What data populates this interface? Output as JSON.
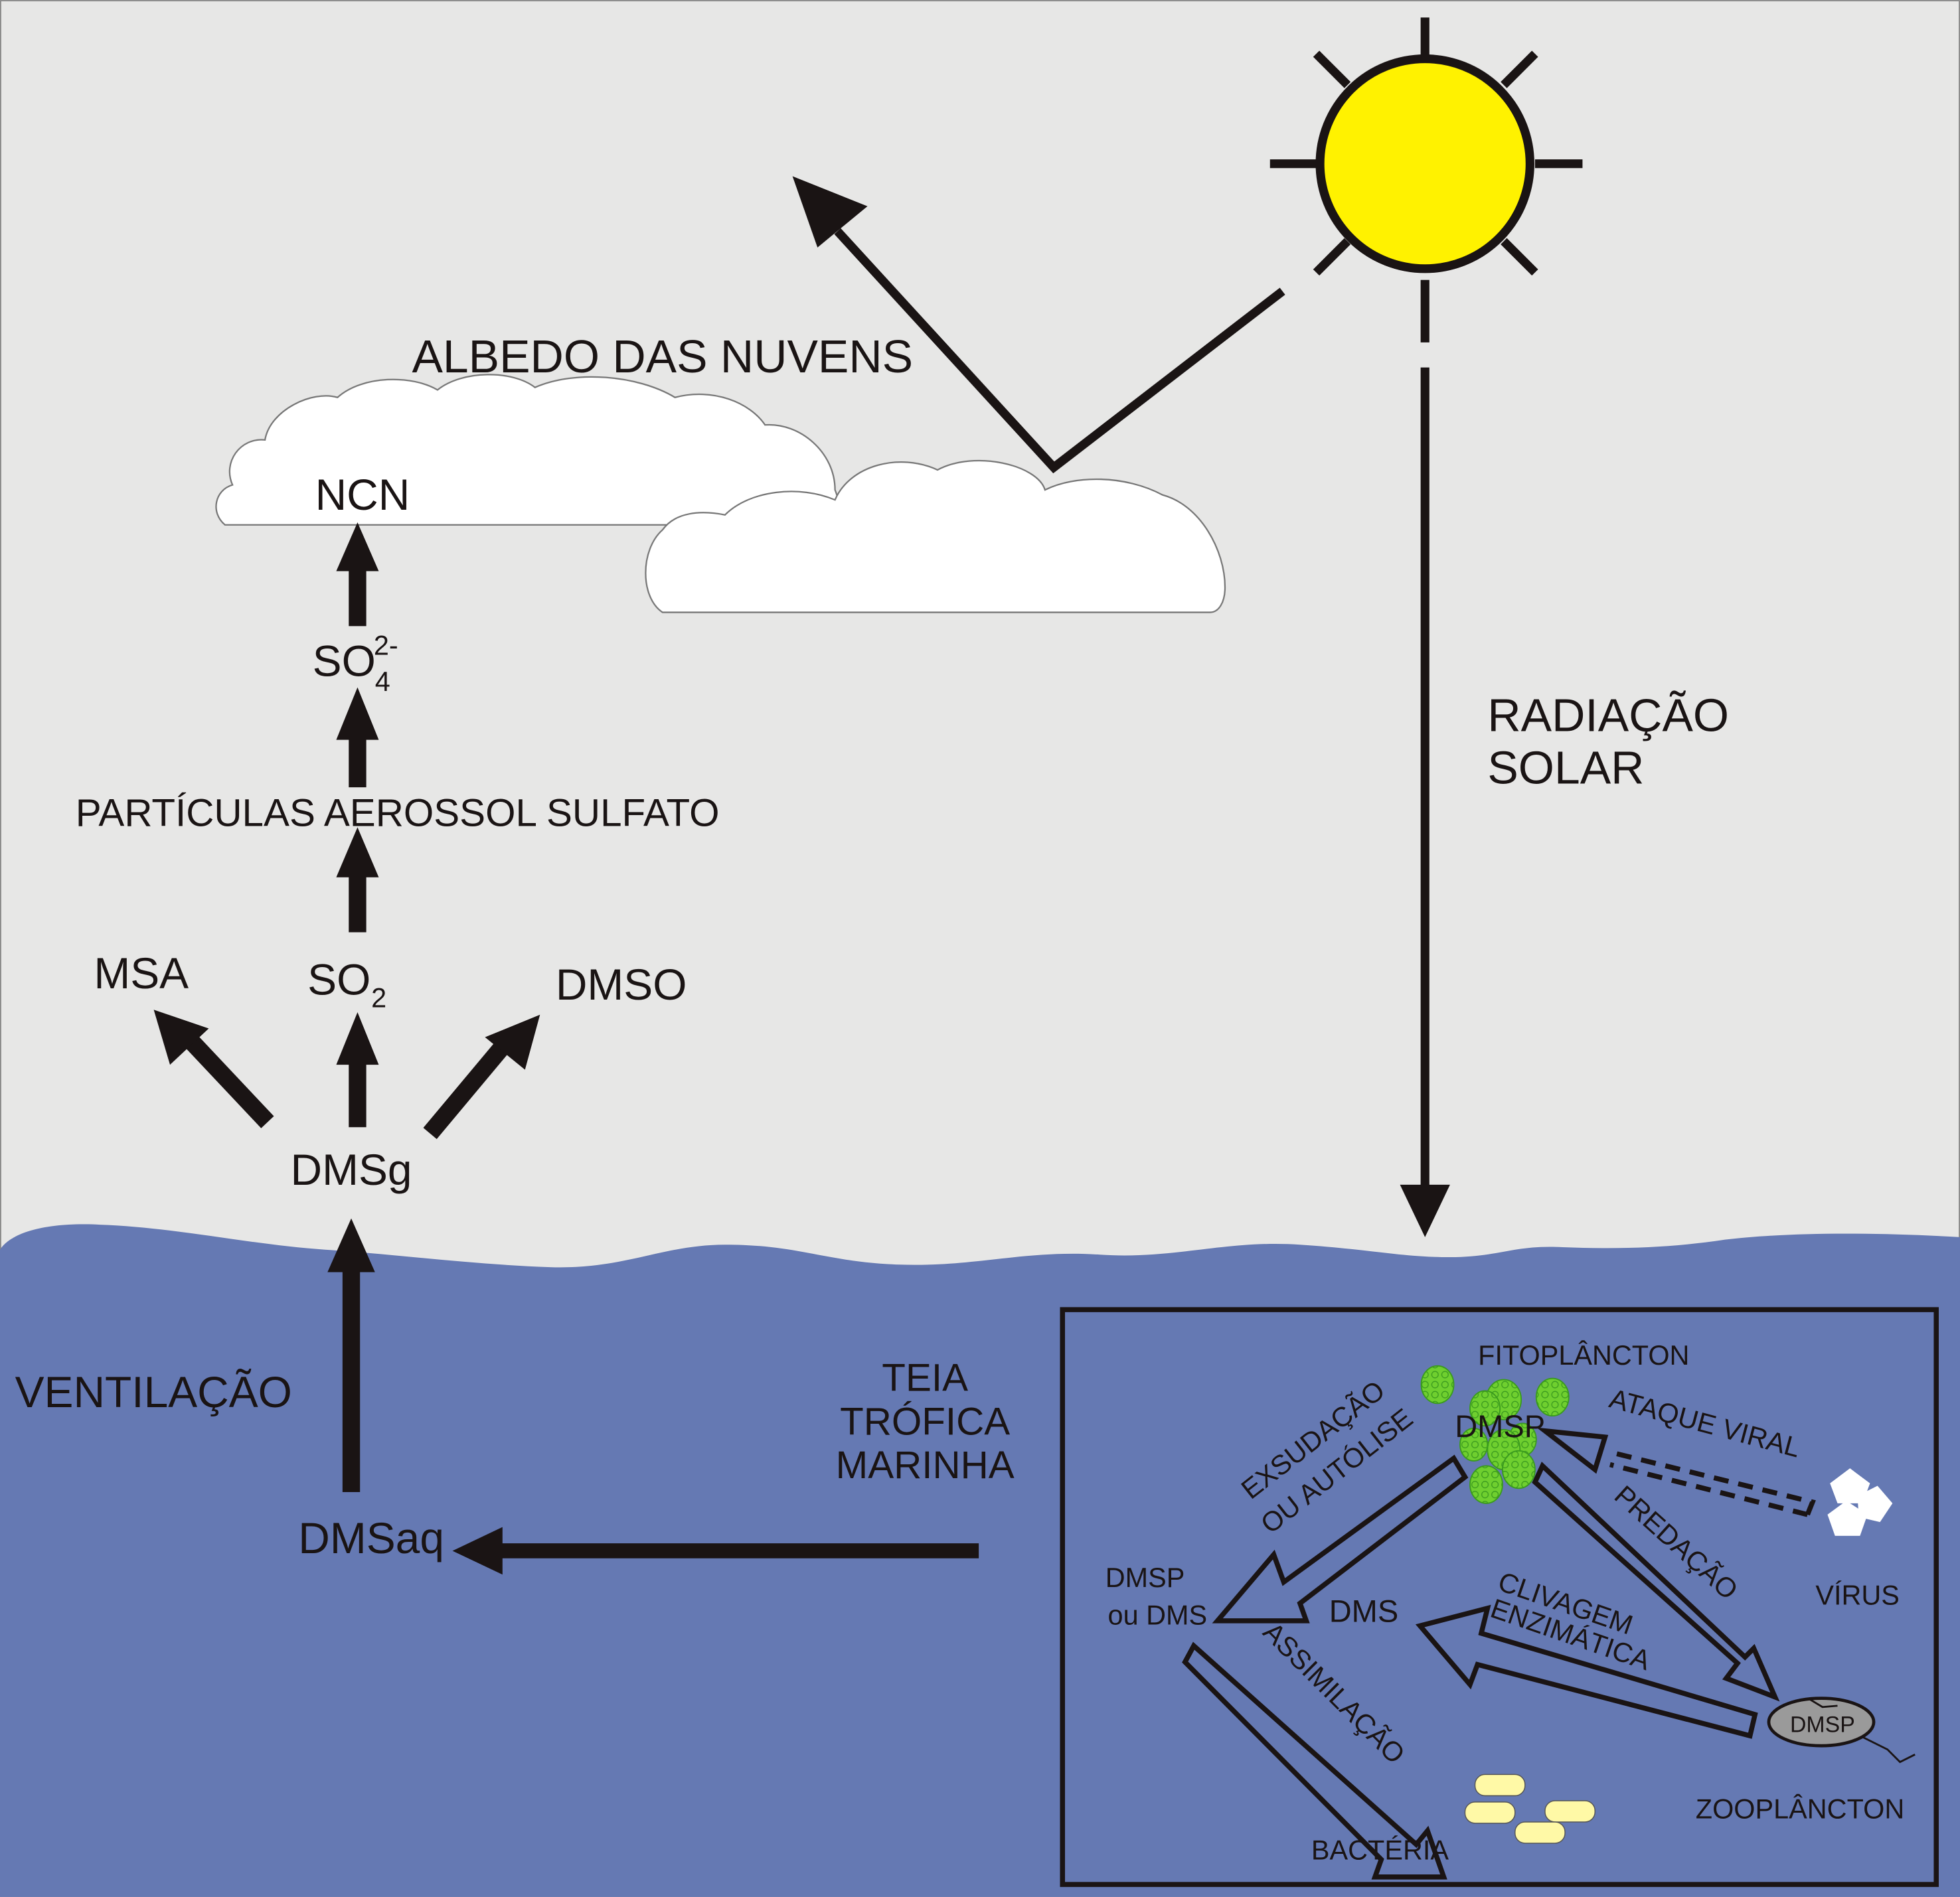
{
  "colors": {
    "sky": "#e7e7e6",
    "sea": "#6579b3",
    "sun": "#fff200",
    "cloud": "#ffffff",
    "phyto": "#6fcf2f",
    "bacteria": "#fff9a6",
    "zoo": "#9a9a9a",
    "ink": "#1a1414"
  },
  "atmosphere": {
    "albedo": "ALBEDO DAS NUVENS",
    "radiation_line1": "RADIAÇÃO",
    "radiation_line2": "SOLAR",
    "ncn": "NCN",
    "so4_base": "SO",
    "so4_sub": "4",
    "so4_sup": "2-",
    "aerosol": "PARTÍCULAS AEROSSOL SULFATO",
    "msa": "MSA",
    "so2_base": "SO",
    "so2_sub": "2",
    "dmso": "DMSO",
    "dmsg": "DMSg"
  },
  "ocean": {
    "ventilation": "VENTILAÇÃO",
    "dmsaq": "DMSaq",
    "food_web_line1": "TEIA",
    "food_web_line2": "TRÓFICA",
    "food_web_line3": "MARINHA"
  },
  "inset": {
    "phytoplankton": "FITOPLÂNCTON",
    "dmsp_phyto": "DMSP",
    "exudation_line1": "EXSUDAÇÃO",
    "exudation_line2": "OU AUTÓLISE",
    "viral_attack": "ATAQUE VIRAL",
    "predation": "PREDAÇÃO",
    "virus": "VÍRUS",
    "dmsp_or_dms_line1": "DMSP",
    "dmsp_or_dms_line2": "ou DMS",
    "dms": "DMS",
    "cleavage_line1": "CLIVAGEM",
    "cleavage_line2": "ENZIMÁTICA",
    "assimilation": "ASSIMILAÇÃO",
    "bacteria": "BACTÉRIA",
    "dmsp_zoo": "DMSP",
    "zooplankton": "ZOOPLÂNCTON"
  }
}
